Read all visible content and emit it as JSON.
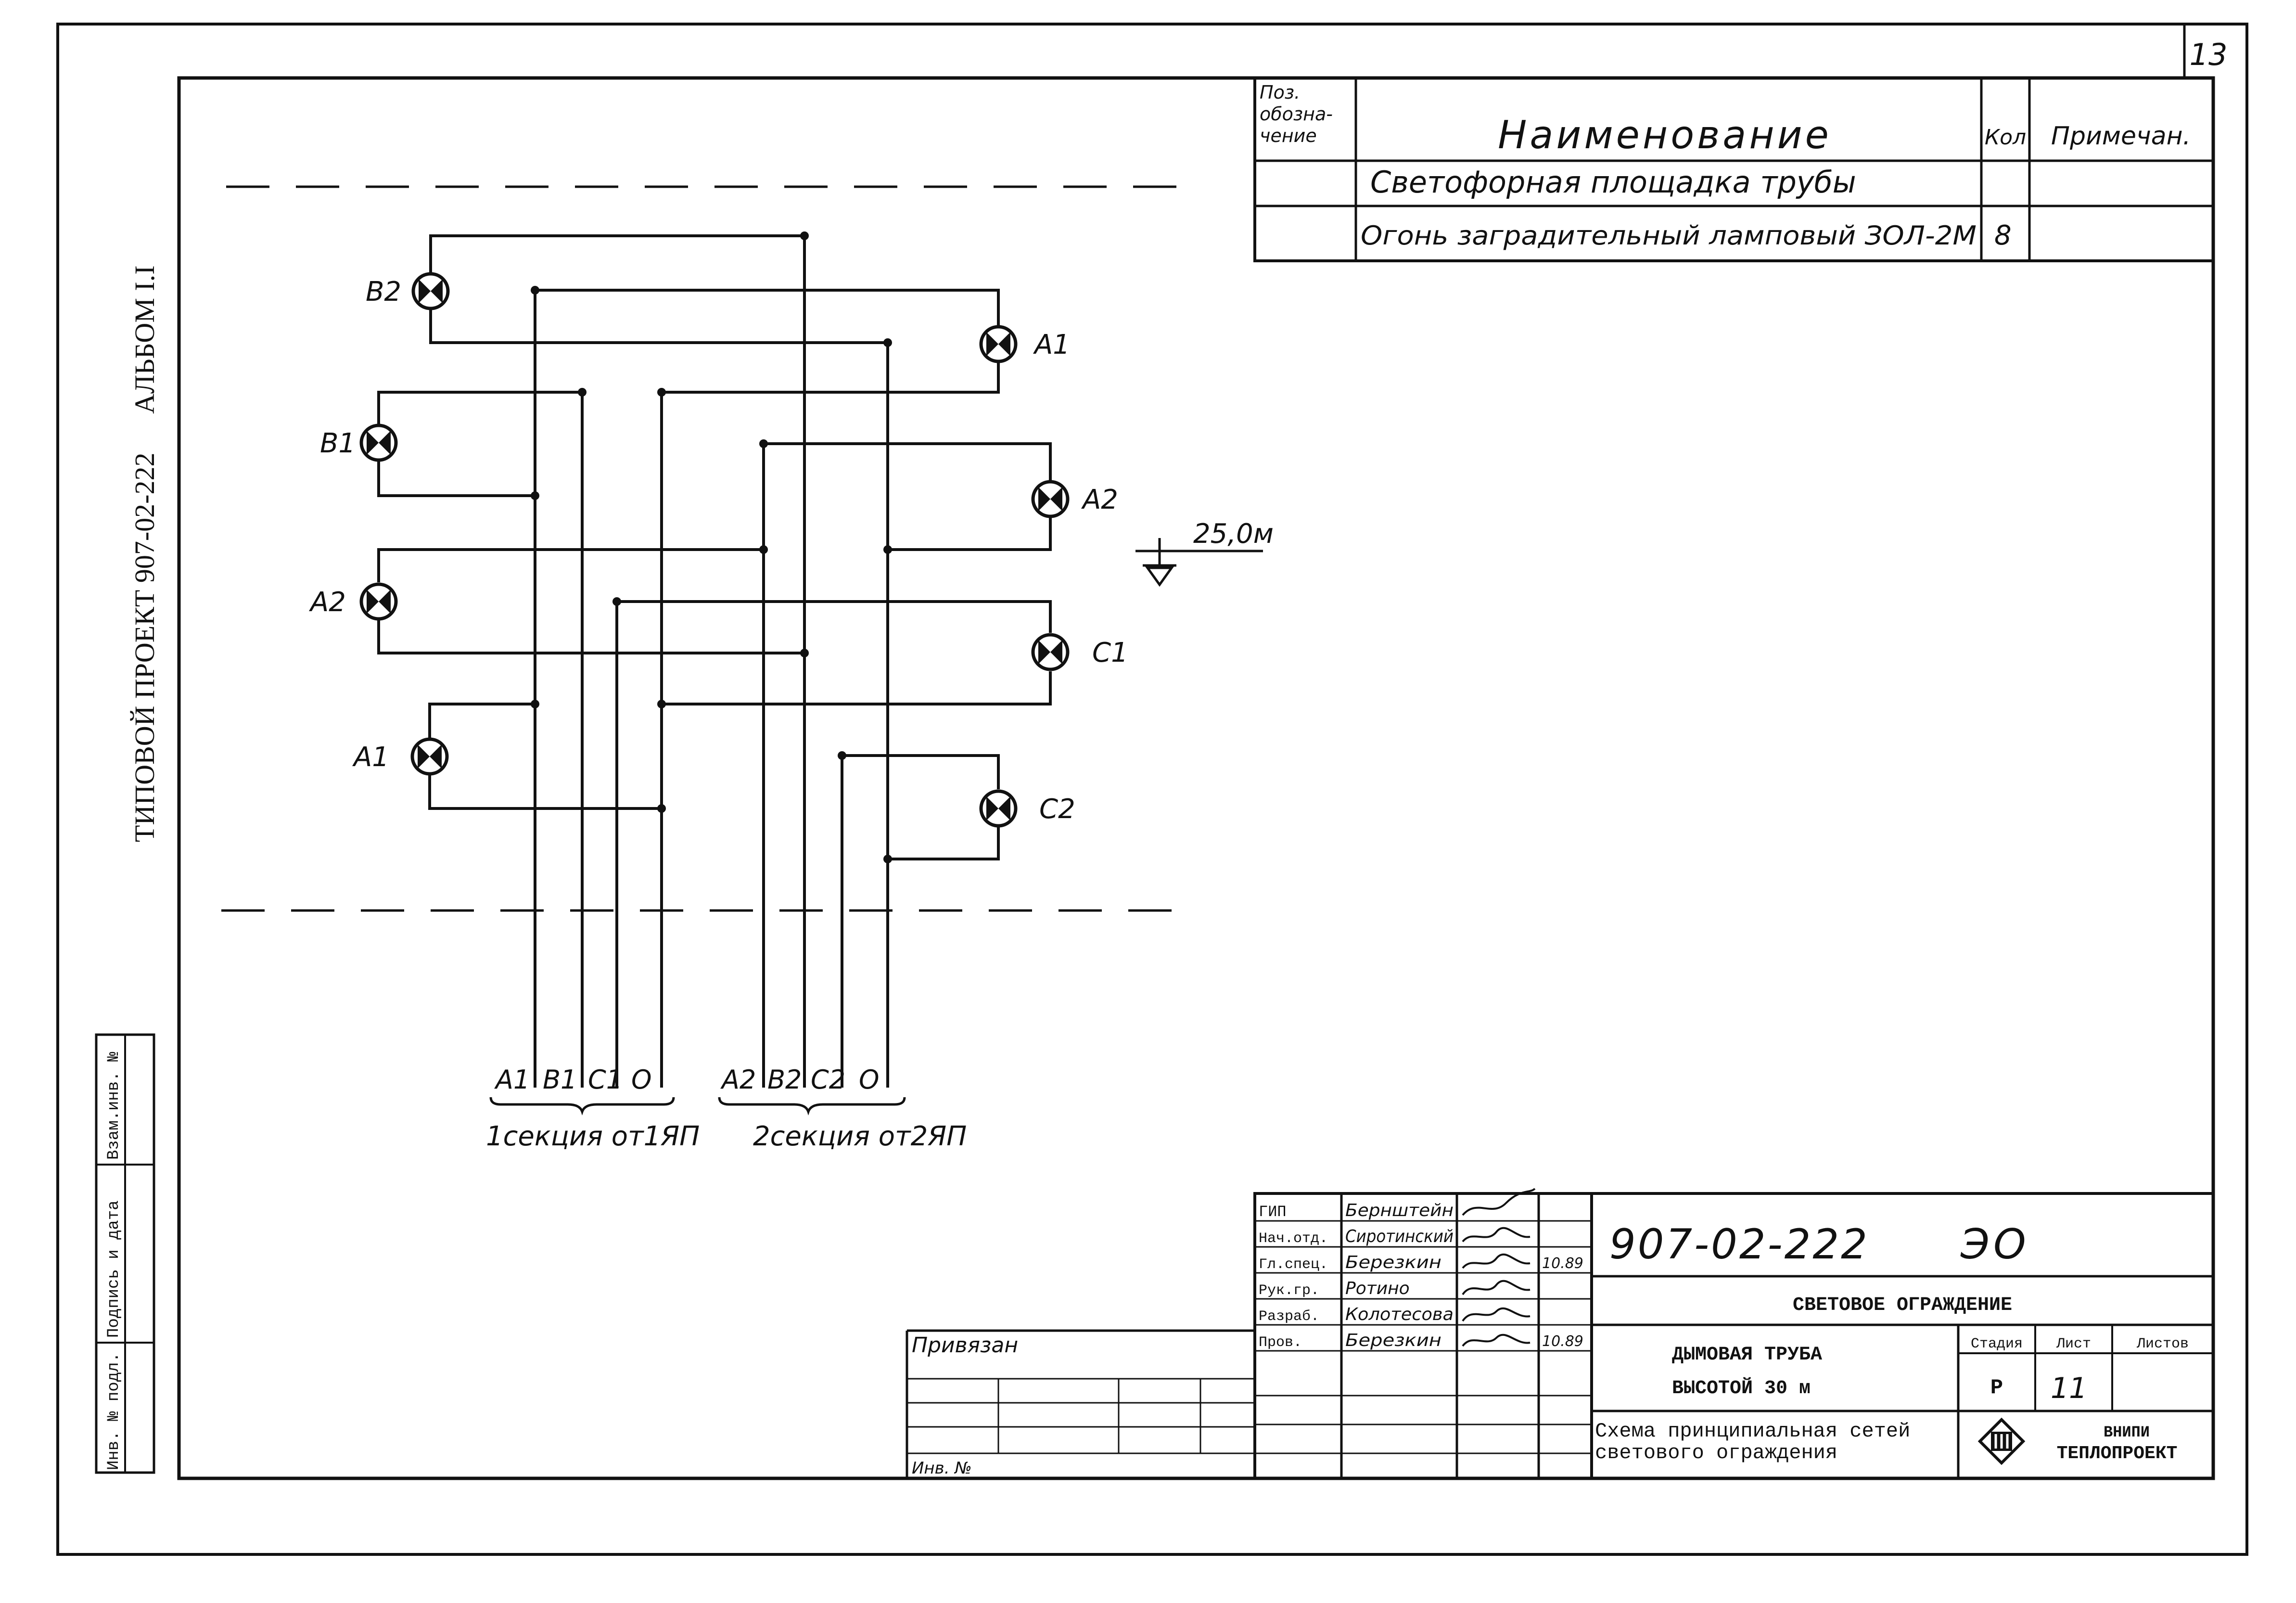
{
  "sheet_number": "13",
  "side_text": {
    "album": "АЛЬБОМ I.I",
    "project": "ТИПОВОЙ ПРОЕКТ 907-02-222"
  },
  "left_stamp": [
    "Инв. № подл.",
    "Подпись и дата",
    "Взам.инв. №"
  ],
  "spec_table": {
    "headers": {
      "pos": [
        "Поз.",
        "обозна-",
        "чение"
      ],
      "name": "Наименование",
      "qty": "Кол",
      "note": "Примечан."
    },
    "rows": [
      {
        "pos": "",
        "name": "Светофорная площадка трубы",
        "qty": "",
        "note": ""
      },
      {
        "pos": "",
        "name": "Огонь заградительный ламповый ЗОЛ-2М",
        "qty": "8",
        "note": ""
      }
    ]
  },
  "diagram": {
    "lamps": [
      {
        "id": "b2-top",
        "label": "B2"
      },
      {
        "id": "a1-right",
        "label": "A1"
      },
      {
        "id": "b1-left",
        "label": "B1"
      },
      {
        "id": "a2-right",
        "label": "A2"
      },
      {
        "id": "a2-left",
        "label": "A2"
      },
      {
        "id": "c1-right",
        "label": "C1"
      },
      {
        "id": "a1-left",
        "label": "A1"
      },
      {
        "id": "c2-right",
        "label": "C2"
      }
    ],
    "level_mark": "25,0м",
    "section1": {
      "terminals": [
        "A1",
        "B1",
        "C1",
        "O"
      ],
      "caption": "1секция от1ЯП"
    },
    "section2": {
      "terminals": [
        "A2",
        "B2",
        "C2",
        "O"
      ],
      "caption": "2секция от2ЯП"
    }
  },
  "title_block": {
    "roles": [
      "ГИП",
      "Нач.отд.",
      "Гл.спец.",
      "Рук.гр.",
      "Разраб.",
      "Пров."
    ],
    "names": [
      "Бернштейн",
      "Сиротинский",
      "Березкин",
      "Ротино",
      "Колотесова",
      "Березкин"
    ],
    "dates": [
      "",
      "",
      "10.89",
      "",
      "",
      "10.89"
    ],
    "privyazan": "Привязан",
    "inv_no": "Инв. №",
    "doc_code": "907-02-222",
    "doc_suffix": "ЭО",
    "subtitle": "СВЕТОВОЕ ОГРАЖДЕНИЕ",
    "object_line1": "ДЫМОВАЯ ТРУБА",
    "object_line2": "ВЫСОТОЙ 30 м",
    "drawing_title_line1": "Схема принципиальная сетей",
    "drawing_title_line2": "светового ограждения",
    "stage_header": "Стадия",
    "sheet_header": "Лист",
    "sheets_header": "Листов",
    "stage": "Р",
    "sheet": "11",
    "sheets": "",
    "org_line1": "ВНИПИ",
    "org_line2": "ТЕПЛОПРОЕКТ"
  }
}
